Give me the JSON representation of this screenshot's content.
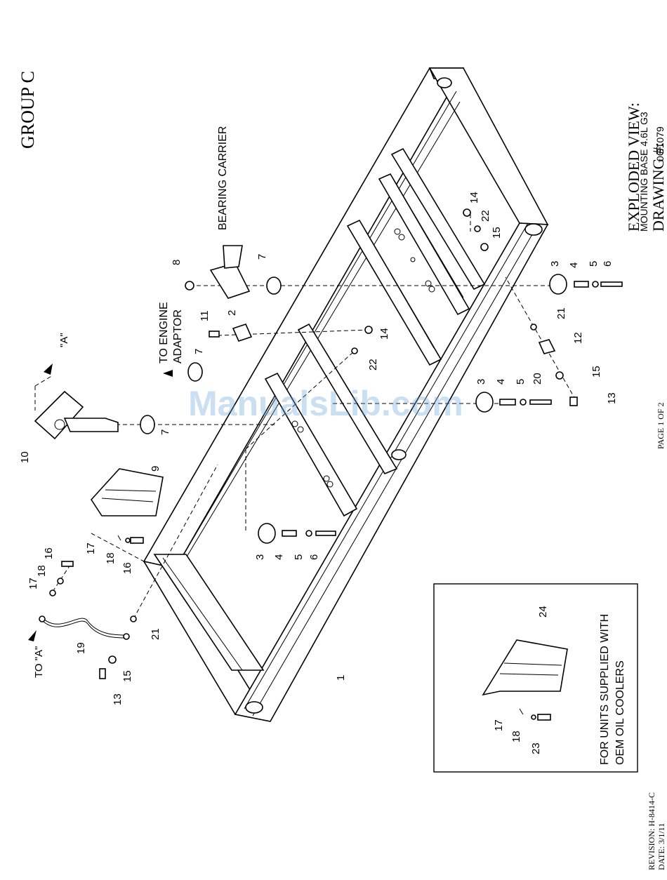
{
  "header": {
    "group": "GROUP C",
    "view_title": "EXPLODED VIEW:",
    "view_subtitle": "MOUNTING BASE 4.6L G3",
    "drawing_label": "DRAWING #:",
    "drawing_number": "0G1079",
    "page": "PAGE 1 OF 2"
  },
  "footer": {
    "revision": "REVISION: H-8414-C",
    "date": "DATE: 3/1/11"
  },
  "labels": {
    "bearing_carrier": "BEARING CARRIER",
    "to_engine_line1": "TO ENGINE",
    "to_engine_line2": "ADAPTOR",
    "section_a": "\"A\"",
    "to_a": "TO \"A\""
  },
  "inset": {
    "note_line1": "FOR UNITS SUPPLIED WITH",
    "note_line2": "OEM OIL COOLERS",
    "callouts": [
      "24",
      "17",
      "18",
      "23"
    ]
  },
  "callouts": {
    "c1": "1",
    "c2": "2",
    "c3a": "3",
    "c3b": "3",
    "c3c": "3",
    "c4a": "4",
    "c4b": "4",
    "c4c": "4",
    "c5a": "5",
    "c5b": "5",
    "c5c": "5",
    "c6a": "6",
    "c6b": "6",
    "c7a": "7",
    "c7b": "7",
    "c7c": "7",
    "c8": "8",
    "c9": "9",
    "c10": "10",
    "c11": "11",
    "c12": "12",
    "c13a": "13",
    "c13b": "13",
    "c14a": "14",
    "c14b": "14",
    "c15a": "15",
    "c15b": "15",
    "c15c": "15",
    "c16a": "16",
    "c16b": "16",
    "c17a": "17",
    "c17b": "17",
    "c18a": "18",
    "c18b": "18",
    "c19": "19",
    "c20": "20",
    "c21a": "21",
    "c21b": "21",
    "c22a": "22",
    "c22b": "22"
  },
  "watermark": "ManualsLib.com"
}
